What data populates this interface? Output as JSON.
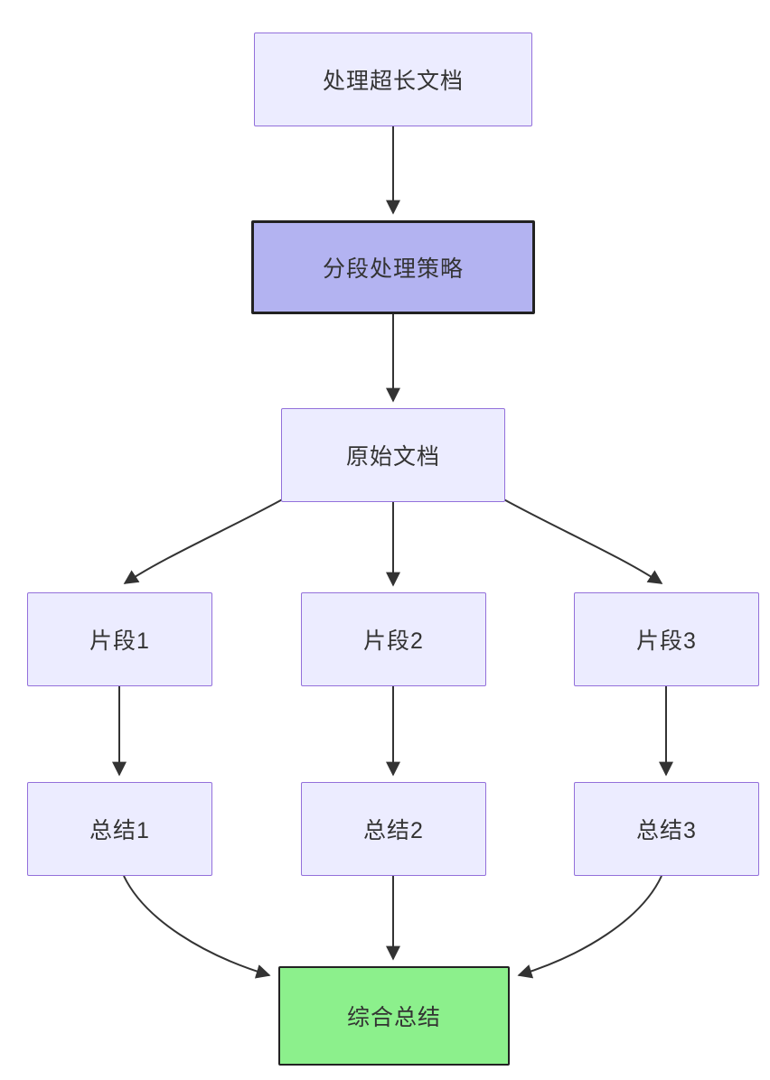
{
  "diagram": {
    "type": "flowchart",
    "direction": "top-down",
    "nodes": [
      {
        "id": "A",
        "label": "处理超长文档",
        "type": "default"
      },
      {
        "id": "B",
        "label": "分段处理策略",
        "type": "highlight"
      },
      {
        "id": "C",
        "label": "原始文档",
        "type": "default"
      },
      {
        "id": "D",
        "label": "片段1",
        "type": "default"
      },
      {
        "id": "E",
        "label": "片段2",
        "type": "default"
      },
      {
        "id": "F",
        "label": "片段3",
        "type": "default"
      },
      {
        "id": "G",
        "label": "总结1",
        "type": "default"
      },
      {
        "id": "H",
        "label": "总结2",
        "type": "default"
      },
      {
        "id": "I",
        "label": "总结3",
        "type": "default"
      },
      {
        "id": "J",
        "label": "综合总结",
        "type": "success"
      }
    ],
    "edges": [
      {
        "from": "A",
        "to": "B"
      },
      {
        "from": "B",
        "to": "C"
      },
      {
        "from": "C",
        "to": "D"
      },
      {
        "from": "C",
        "to": "E"
      },
      {
        "from": "C",
        "to": "F"
      },
      {
        "from": "D",
        "to": "G"
      },
      {
        "from": "E",
        "to": "H"
      },
      {
        "from": "F",
        "to": "I"
      },
      {
        "from": "G",
        "to": "J"
      },
      {
        "from": "H",
        "to": "J"
      },
      {
        "from": "I",
        "to": "J"
      }
    ],
    "colors": {
      "background": "#FFFFFF",
      "node_fill": "#ECECFF",
      "node_border": "#9370DB",
      "highlight_fill": "#B3B3F1",
      "highlight_border": "#222222",
      "success_fill": "#8CF08C",
      "success_border": "#222222",
      "edge": "#333333",
      "text": "#333333"
    }
  }
}
